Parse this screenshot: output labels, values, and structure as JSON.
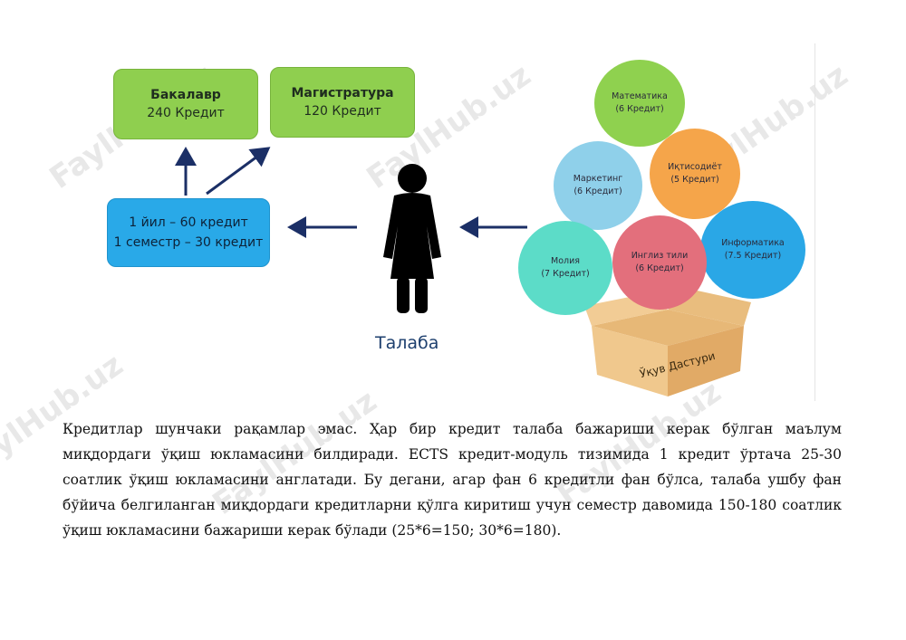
{
  "diagram": {
    "bachelor": {
      "title": "Бакалавр",
      "credits": "240 Кредит"
    },
    "master": {
      "title": "Магистратура",
      "credits": "120 Кредит"
    },
    "year_box": {
      "line1": "1 йил – 60 кредит",
      "line2": "1 семестр – 30 кредит"
    },
    "student_label": "Талаба",
    "box_label": "Ўқув Дастури",
    "subjects": [
      {
        "name": "Математика",
        "credits": "(6 Кредит)",
        "color": "#8fd14f"
      },
      {
        "name": "Иқтисодиёт",
        "credits": "(5 Кредит)",
        "color": "#f5a54a"
      },
      {
        "name": "Маркетинг",
        "credits": "(6 Кредит)",
        "color": "#8fd0ea"
      },
      {
        "name": "Информатика",
        "credits": "(7.5 Кредит)",
        "color": "#2aa7e6"
      },
      {
        "name": "Молия",
        "credits": "(7 Кредит)",
        "color": "#5cdcc8"
      },
      {
        "name": "Инглиз тили",
        "credits": "(6 Кредит)",
        "color": "#e36f7c"
      }
    ],
    "colors": {
      "green": "#8fcf4f",
      "blue": "#29a9e8",
      "arrow": "#1b2f66"
    }
  },
  "text": {
    "paragraph": "Кредитлар шунчаки рақамлар эмас. Ҳар бир кредит талаба бажариши керак бўлган маълум миқдордаги ўқиш юкламасини билдиради. ECTS кредит-модуль тизимида 1 кредит ўртача 25-30 соатлик ўқиш юкламасини англатади. Бу дегани, агар фан 6 кредитли фан бўлса, талаба ушбу фан бўйича белгиланган миқдордаги кредитларни қўлга киритиш учун семестр давомида 150-180 соатлик ўқиш юкламасини бажариши керак бўлади (25*6=150; 30*6=180)."
  },
  "watermark": "FaylHub.uz"
}
